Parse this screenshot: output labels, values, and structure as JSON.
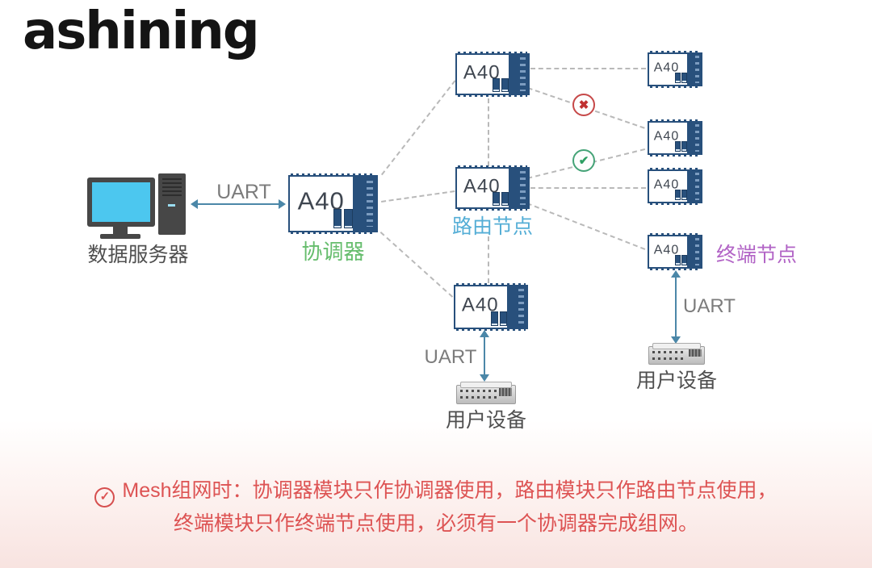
{
  "logo": "ashining",
  "colors": {
    "module_blue": "#28507c",
    "coordinator_green": "#66bd6d",
    "router_cyan": "#55aed6",
    "endpoint_purple": "#b264c6",
    "note_red": "#dd5353",
    "arrow_blue": "#4b87a8",
    "screen_cyan": "#4cc7ef"
  },
  "diagram": {
    "server": {
      "label": "数据服务器"
    },
    "uart_left": "UART",
    "uart_mid": "UART",
    "uart_right": "UART",
    "coordinator": {
      "chip": "A40",
      "role": "协调器"
    },
    "top_module": {
      "chip": "A40"
    },
    "router": {
      "chip": "A40",
      "role": "路由节点"
    },
    "bottom_module": {
      "chip": "A40"
    },
    "end_modules": [
      {
        "chip": "A40"
      },
      {
        "chip": "A40"
      },
      {
        "chip": "A40"
      },
      {
        "chip": "A40"
      }
    ],
    "end_role": "终端节点",
    "user_device_mid": {
      "label": "用户设备"
    },
    "user_device_right": {
      "label": "用户设备"
    },
    "link_fail_icon": "✖",
    "link_ok_icon": "✔"
  },
  "note": {
    "icon": "✓",
    "line1": "Mesh组网时：协调器模块只作协调器使用，路由模块只作路由节点使用，",
    "line2": "终端模块只作终端节点使用，必须有一个协调器完成组网。"
  }
}
